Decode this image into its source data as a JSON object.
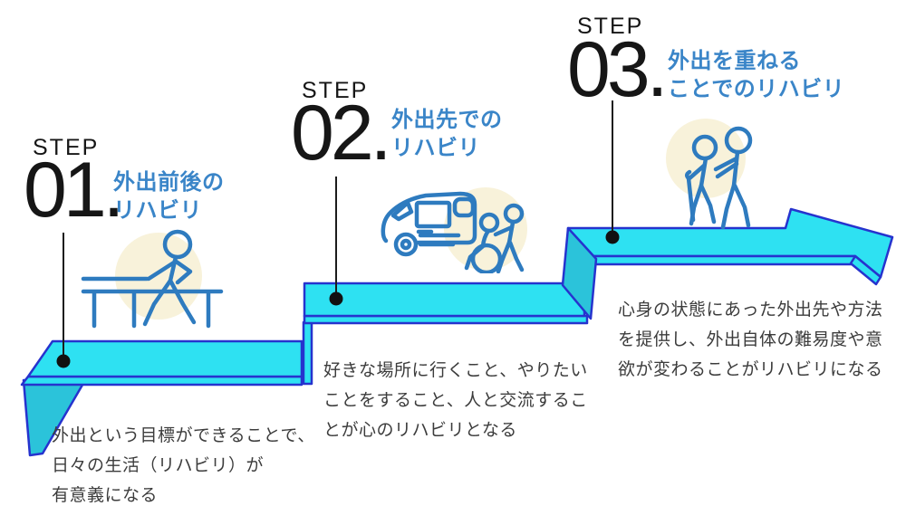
{
  "colors": {
    "cyan": "#2EE1F2",
    "teal_dark": "#2BC3DA",
    "outline": "#2633CE",
    "heading_blue": "#3A85C8",
    "icon_stroke": "#2E7BBF",
    "icon_bg": "#F8F2DA",
    "leader": "#1c1c1c"
  },
  "steps": [
    {
      "label": "STEP",
      "number": "01.",
      "title_lines": [
        "外出前後の",
        "リハビリ"
      ],
      "description_lines": [
        "外出という目標ができることで、",
        "日々の生活（リハビリ）が",
        "有意義になる"
      ],
      "icon": "rehab-walking-parallel-bars"
    },
    {
      "label": "STEP",
      "number": "02.",
      "title_lines": [
        "外出先での",
        "リハビリ"
      ],
      "description_lines": [
        "好きな場所に行くこと、やりたい",
        "ことをすること、人と交流するこ",
        "とが心のリハビリとなる"
      ],
      "icon": "van-wheelchair-outing"
    },
    {
      "label": "STEP",
      "number": "03.",
      "title_lines": [
        "外出を重ねる",
        "ことでのリハビリ"
      ],
      "description_lines": [
        "心身の状態にあった外出先や方法",
        "を提供し、外出自体の難易度や意",
        "欲が変わることがリハビリになる"
      ],
      "icon": "assisted-walking-with-cane"
    }
  ]
}
